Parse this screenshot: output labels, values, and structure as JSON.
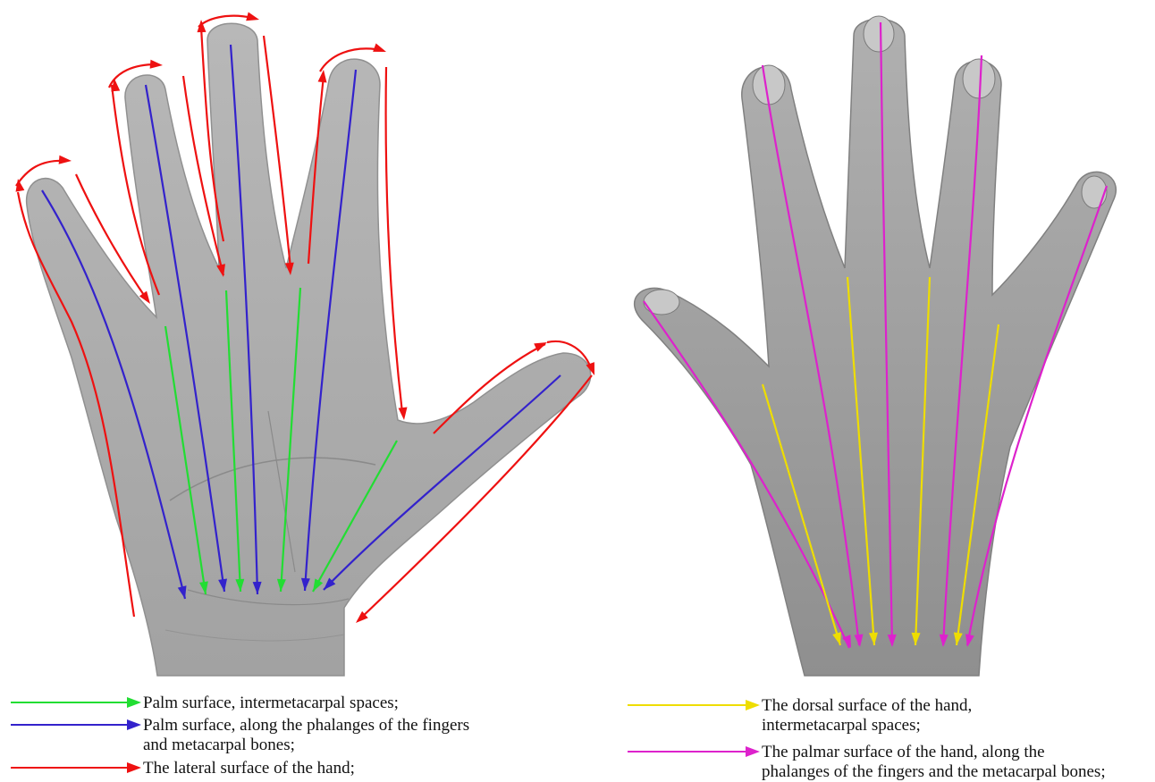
{
  "colors": {
    "green": "#22dd33",
    "blue": "#3322cc",
    "red": "#ee1111",
    "yellow": "#eedd00",
    "magenta": "#dd22cc",
    "skin": "#a9a9a9",
    "skin_dark": "#8e8e8e",
    "outline": "#6f6f6f"
  },
  "legend_left": [
    {
      "key": "green",
      "text": "Palm surface, intermetacarpal spaces;"
    },
    {
      "key": "blue",
      "text": "Palm surface, along the phalanges of the fingers\nand metacarpal bones;"
    },
    {
      "key": "red",
      "text": "The lateral surface of the hand;"
    }
  ],
  "legend_right": [
    {
      "key": "yellow",
      "text": "The dorsal surface of the hand,\nintermetacarpal spaces;"
    },
    {
      "key": "magenta",
      "text": "The palmar surface of the hand, along the\nphalanges of the fingers and the metacarpal bones;"
    }
  ],
  "panels": [
    {
      "name": "palm",
      "arrow_groups": [
        "blue",
        "green",
        "red"
      ]
    },
    {
      "name": "dorsum",
      "arrow_groups": [
        "magenta",
        "yellow"
      ]
    }
  ]
}
